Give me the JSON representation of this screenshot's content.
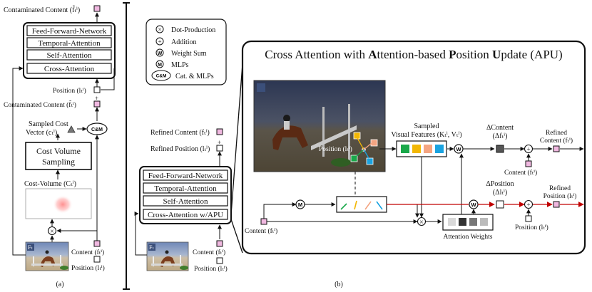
{
  "panel_a": {
    "contaminated_top": "Contaminated Content (f̃ₜⁱ)",
    "ffn": "Feed-Forward-Network",
    "temporal_attn": "Temporal-Attention",
    "self_attn": "Self-Attention",
    "cross_attn": "Cross-Attention",
    "position": "Position (lₜⁱ)",
    "contaminated_mid": "Contaminated Content (f̃ₜⁱ)",
    "sampled_cost_1": "Sampled Cost",
    "sampled_cost_2": "Vector (cₜⁱ)",
    "cm": "C&M",
    "cost_volume_sampling_1": "Cost Volume",
    "cost_volume_sampling_2": "Sampling",
    "cost_volume": "Cost-Volume (Cₜⁱ)",
    "frame_label": "Fₜ",
    "content_in": "Content (fₜⁱ)",
    "position_in": "Position (lₜⁱ)",
    "caption": "(a)"
  },
  "panel_b": {
    "legend": [
      {
        "symbol": "⊗",
        "label": "Dot-Production"
      },
      {
        "symbol": "+",
        "label": "Addition"
      },
      {
        "symbol": "W",
        "label": "Weight Sum"
      },
      {
        "symbol": "M",
        "label": "MLPs"
      },
      {
        "symbol": "C&M",
        "label": "Cat. & MLPs"
      }
    ],
    "refined_content": "Refined Content (fₜⁱ)",
    "refined_position": "Refined Position (lₜⁱ)",
    "ffn": "Feed-Forward-Network",
    "temporal_attn": "Temporal-Attention",
    "self_attn": "Self-Attention",
    "cross_attn_apu": "Cross-Attention w/APU",
    "frame_label": "Fₜ",
    "content_in": "Content (fₜⁱ)",
    "position_in": "Position (lₜⁱ)",
    "caption": "(b)"
  },
  "apu": {
    "title_parts": [
      "Cross Attention with ",
      "A",
      "ttention-based ",
      "P",
      "osition ",
      "U",
      "pdate (APU)"
    ],
    "position_on_image": "Position (lₜⁱ)",
    "sampled_1": "Sampled",
    "sampled_2": "Visual Features (Kₜⁱ, Vₜⁱ)",
    "delta_content_1": "ΔContent",
    "delta_content_2": "(Δfₜⁱ)",
    "refined_content_1": "Refined",
    "refined_content_2": "Content (fₜⁱ)",
    "content_bottom": "Content (fₜⁱ)",
    "delta_position_1": "ΔPosition",
    "delta_position_2": "(Δlₜⁱ)",
    "refined_position_1": "Refined",
    "refined_position_2": "Position (lₜⁱ)",
    "content_left": "Content (fₜⁱ)",
    "attention_weights": "Attention Weights",
    "position_bottom": "Position (lₜⁱ)",
    "feature_colors": [
      "#1aa84a",
      "#f2b705",
      "#f4a582",
      "#1aa3e0"
    ],
    "arrow_colors": [
      "#1aa84a",
      "#f2b705",
      "#f4a582",
      "#1aa3e0"
    ],
    "weight_grays": [
      "#d9d9d9",
      "#333333",
      "#777777",
      "#bbbbbb"
    ],
    "accent_red": "#c00000",
    "token_pink": "#f0b8e0"
  }
}
